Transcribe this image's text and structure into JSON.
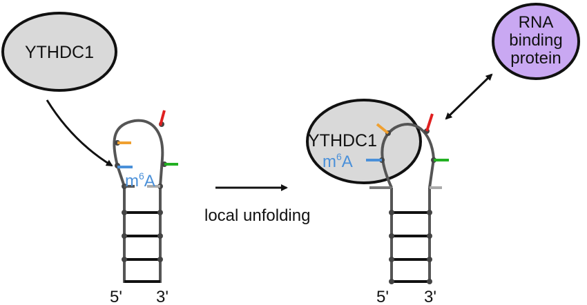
{
  "labels": {
    "ythdc1_left": "YTHDC1",
    "ythdc1_right": "YTHDC1",
    "m6a_left": "m6A",
    "m6a_right": "m6A",
    "m6a_base": "m",
    "m6a_sup": "6",
    "m6a_tail": "A",
    "process": "local unfolding",
    "rbp_line1": "RNA",
    "rbp_line2": "binding",
    "rbp_line3": "protein",
    "five_prime_left": "5'",
    "three_prime_left": "3'",
    "five_prime_right": "5'",
    "three_prime_right": "3'"
  },
  "colors": {
    "ythdc1_fill": "#d9d9d9",
    "rbp_fill": "#c9a8f2",
    "rna_strand": "#555555",
    "rung": "#111111",
    "mark_red": "#e02020",
    "mark_orange": "#f0a030",
    "mark_green": "#22b022",
    "mark_blue": "#4a90d9",
    "mark_grey": "#aaaaaa"
  },
  "icons": {
    "curved_arrow": "curved-arrow-icon",
    "process_arrow": "right-arrow-icon",
    "interaction_arrow": "double-headed-arrow-icon"
  }
}
